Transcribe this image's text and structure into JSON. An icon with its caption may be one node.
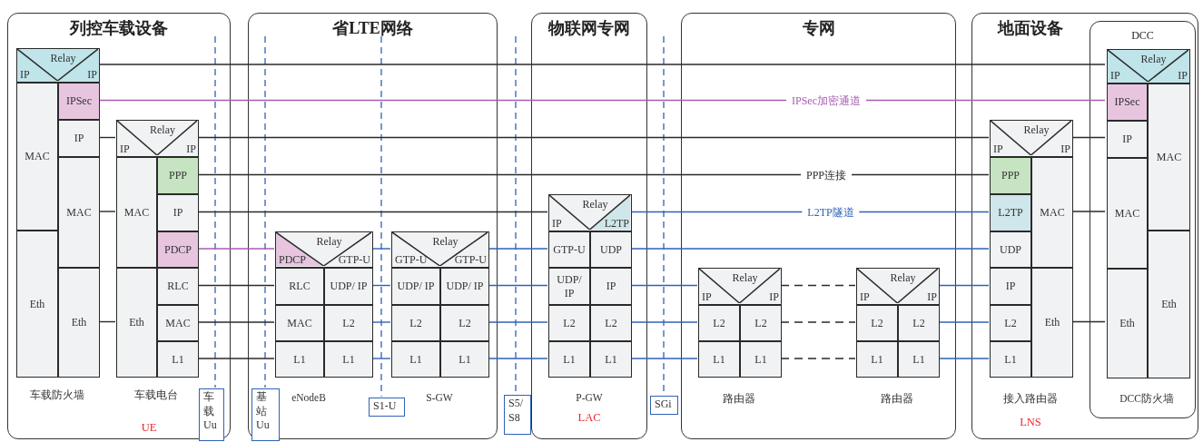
{
  "diagram": {
    "nodes": [
      {
        "text": [
          "列控车载设备"
        ]
      },
      {
        "text": [
          "Relay",
          "IP",
          "IP"
        ],
        "in": 0
      },
      {
        "text": [
          "MAC"
        ],
        "in": 0
      },
      {
        "text": [
          "Eth"
        ],
        "in": 0
      },
      {
        "text": [
          "IPSec"
        ],
        "in": 0
      },
      {
        "text": [
          "IP"
        ],
        "in": 0
      },
      {
        "text": [
          "MAC"
        ],
        "in": 0
      },
      {
        "text": [
          "Eth"
        ],
        "in": 0
      },
      {
        "text": [
          "Relay",
          "IP",
          "IP"
        ],
        "in": 0
      },
      {
        "text": [
          "MAC"
        ],
        "in": 0
      },
      {
        "text": [
          "Eth"
        ],
        "in": 0
      },
      {
        "text": [
          "PPP"
        ],
        "in": 0
      },
      {
        "text": [
          "IP"
        ],
        "in": 0
      },
      {
        "text": [
          "PDCP"
        ],
        "in": 0
      },
      {
        "text": [
          "RLC"
        ],
        "in": 0
      },
      {
        "text": [
          "MAC"
        ],
        "in": 0
      },
      {
        "text": [
          "L1"
        ],
        "in": 0
      },
      {
        "text": [
          "车载Uu"
        ],
        "in": 0
      },
      {
        "text": [
          "省LTE网络"
        ]
      },
      {
        "text": [
          "基站Uu"
        ],
        "in": 18
      },
      {
        "text": [
          "Relay",
          "PDCP",
          "GTP-U"
        ],
        "in": 18
      },
      {
        "text": [
          "RLC"
        ],
        "in": 18
      },
      {
        "text": [
          "MAC"
        ],
        "in": 18
      },
      {
        "text": [
          "L1"
        ],
        "in": 18
      },
      {
        "text": [
          "UDP/ IP"
        ],
        "in": 18
      },
      {
        "text": [
          "L2"
        ],
        "in": 18
      },
      {
        "text": [
          "L1"
        ],
        "in": 18
      },
      {
        "text": [
          "S1-U"
        ],
        "in": 18
      },
      {
        "text": [
          "Relay",
          "GTP-U",
          "GTP-U"
        ],
        "in": 18
      },
      {
        "text": [
          "UDP/ IP"
        ],
        "in": 18
      },
      {
        "text": [
          "L2"
        ],
        "in": 18
      },
      {
        "text": [
          "L1"
        ],
        "in": 18
      },
      {
        "text": [
          "UDP/ IP"
        ],
        "in": 18
      },
      {
        "text": [
          "L2"
        ],
        "in": 18
      },
      {
        "text": [
          "L1"
        ],
        "in": 18
      },
      {
        "text": [
          "S5/ S8"
        ]
      },
      {
        "text": [
          "物联网专网"
        ]
      },
      {
        "text": [
          "Relay",
          "IP",
          "L2TP"
        ],
        "in": 36
      },
      {
        "text": [
          "GTP-U"
        ],
        "in": 36
      },
      {
        "text": [
          "UDP/ IP"
        ],
        "in": 36
      },
      {
        "text": [
          "L2"
        ],
        "in": 36
      },
      {
        "text": [
          "L1"
        ],
        "in": 36
      },
      {
        "text": [
          "UDP"
        ],
        "in": 36
      },
      {
        "text": [
          "IP"
        ],
        "in": 36
      },
      {
        "text": [
          "L2"
        ],
        "in": 36
      },
      {
        "text": [
          "L1"
        ],
        "in": 36
      },
      {
        "text": [
          "SGi"
        ]
      },
      {
        "text": [
          "专网"
        ]
      },
      {
        "text": [
          "Relay",
          "IP",
          "IP"
        ],
        "in": 47
      },
      {
        "text": [
          "L2"
        ],
        "in": 47
      },
      {
        "text": [
          "L1"
        ],
        "in": 47
      },
      {
        "text": [
          "L2"
        ],
        "in": 47
      },
      {
        "text": [
          "L1"
        ],
        "in": 47
      },
      {
        "text": [
          "Relay",
          "IP",
          "IP"
        ],
        "in": 47
      },
      {
        "text": [
          "L2"
        ],
        "in": 47
      },
      {
        "text": [
          "L1"
        ],
        "in": 47
      },
      {
        "text": [
          "L2"
        ],
        "in": 47
      },
      {
        "text": [
          "L1"
        ],
        "in": 47
      },
      {
        "text": [
          "地面设备"
        ]
      },
      {
        "text": [
          "Relay",
          "IP",
          "IP"
        ],
        "in": 58
      },
      {
        "text": [
          "PPP"
        ],
        "in": 58
      },
      {
        "text": [
          "L2TP"
        ],
        "in": 58
      },
      {
        "text": [
          "UDP"
        ],
        "in": 58
      },
      {
        "text": [
          "IP"
        ],
        "in": 58
      },
      {
        "text": [
          "L2"
        ],
        "in": 58
      },
      {
        "text": [
          "L1"
        ],
        "in": 58
      },
      {
        "text": [
          "MAC"
        ],
        "in": 58
      },
      {
        "text": [
          "Eth"
        ],
        "in": 58
      },
      {
        "text": [
          "DCC"
        ],
        "in": 58
      },
      {
        "text": [
          "Relay",
          "IP",
          "IP"
        ],
        "in": 68
      },
      {
        "text": [
          "IPSec"
        ],
        "in": 68
      },
      {
        "text": [
          "IP"
        ],
        "in": 68
      },
      {
        "text": [
          "MAC"
        ],
        "in": 68
      },
      {
        "text": [
          "Eth"
        ],
        "in": 68
      },
      {
        "text": [
          "MAC"
        ],
        "in": 68
      },
      {
        "text": [
          "Eth"
        ],
        "in": 68
      }
    ],
    "edges": [
      {
        "from": 1,
        "to": 69,
        "arrow": "none"
      },
      {
        "from": 4,
        "to": 70,
        "arrow": "none",
        "label": "IPSec加密通道",
        "color": "#a95bb4"
      },
      {
        "from": 5,
        "to": 8,
        "arrow": "none"
      },
      {
        "from": 8,
        "to": 59,
        "arrow": "none"
      },
      {
        "from": 59,
        "to": 71,
        "arrow": "none"
      },
      {
        "from": 11,
        "to": 60,
        "arrow": "none",
        "label": "PPP连接"
      },
      {
        "from": 6,
        "to": 9,
        "arrow": "none"
      },
      {
        "from": 12,
        "to": 37,
        "arrow": "none"
      },
      {
        "from": 37,
        "to": 61,
        "arrow": "none",
        "label": "L2TP隧道",
        "color": "#2f62b5"
      },
      {
        "from": 66,
        "to": 72,
        "arrow": "none"
      },
      {
        "from": 13,
        "to": 20,
        "arrow": "none",
        "color": "#a95bb4"
      },
      {
        "from": 20,
        "to": 28,
        "arrow": "none",
        "color": "#2f62b5"
      },
      {
        "from": 28,
        "to": 38,
        "arrow": "none",
        "color": "#2f62b5"
      },
      {
        "from": 42,
        "to": 62,
        "arrow": "none",
        "color": "#2f62b5"
      },
      {
        "from": 14,
        "to": 21,
        "arrow": "none"
      },
      {
        "from": 24,
        "to": 29,
        "arrow": "none",
        "color": "#2f62b5"
      },
      {
        "from": 32,
        "to": 39,
        "arrow": "none",
        "color": "#2f62b5"
      },
      {
        "from": 43,
        "to": 48,
        "arrow": "none",
        "color": "#2f62b5"
      },
      {
        "from": 48,
        "to": 53,
        "arrow": "none",
        "style": "dashed"
      },
      {
        "from": 53,
        "to": 63,
        "arrow": "none",
        "color": "#2f62b5"
      },
      {
        "from": 7,
        "to": 10,
        "arrow": "none"
      },
      {
        "from": 15,
        "to": 22,
        "arrow": "none"
      },
      {
        "from": 25,
        "to": 30,
        "arrow": "none",
        "color": "#2f62b5"
      },
      {
        "from": 33,
        "to": 40,
        "arrow": "none",
        "color": "#2f62b5"
      },
      {
        "from": 44,
        "to": 49,
        "arrow": "none",
        "color": "#2f62b5"
      },
      {
        "from": 51,
        "to": 54,
        "arrow": "none",
        "style": "dashed"
      },
      {
        "from": 56,
        "to": 64,
        "arrow": "none",
        "color": "#2f62b5"
      },
      {
        "from": 67,
        "to": 73,
        "arrow": "none"
      },
      {
        "from": 16,
        "to": 23,
        "arrow": "none"
      },
      {
        "from": 26,
        "to": 31,
        "arrow": "none",
        "color": "#2f62b5"
      },
      {
        "from": 34,
        "to": 41,
        "arrow": "none",
        "color": "#2f62b5"
      },
      {
        "from": 45,
        "to": 50,
        "arrow": "none",
        "color": "#2f62b5"
      },
      {
        "from": 52,
        "to": 55,
        "arrow": "none",
        "style": "dashed"
      },
      {
        "from": 57,
        "to": 65,
        "arrow": "none",
        "color": "#2f62b5"
      }
    ],
    "labels": [
      "车载防火墙",
      "车载电台",
      "UE",
      "eNodeB",
      "S-GW",
      "P-GW",
      "LAC",
      "路由器",
      "路由器",
      "接入路由器",
      "LNS",
      "DCC防火墙"
    ]
  }
}
